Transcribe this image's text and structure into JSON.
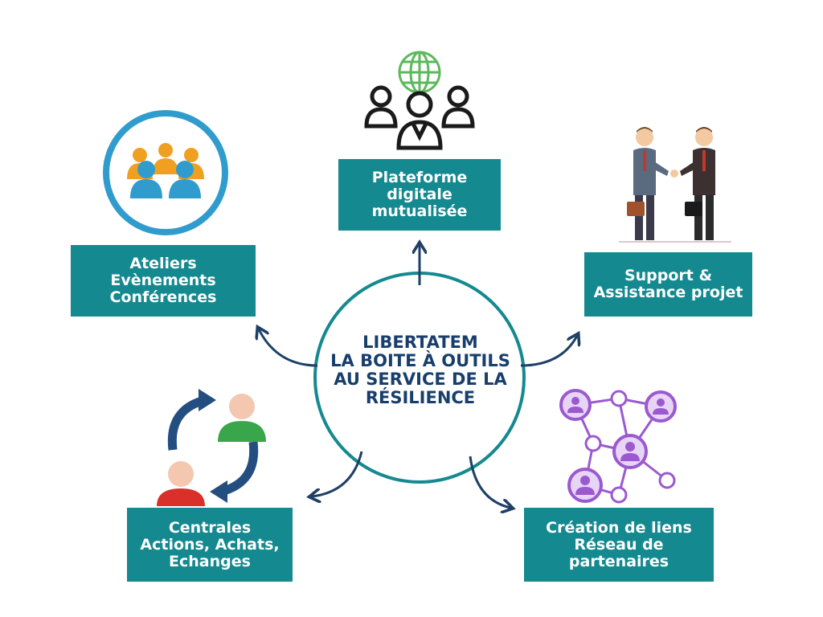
{
  "center": {
    "lines": [
      "LIBERTATEM",
      "LA BOITE À OUTILS",
      "AU SERVICE DE LA",
      "RÉSILIENCE"
    ]
  },
  "nodes": {
    "platform": {
      "lines": [
        "Plateforme",
        "digitale",
        "mutualisée"
      ],
      "icon": "global-network-people-icon"
    },
    "workshops": {
      "lines": [
        "Ateliers",
        "Evènements",
        "Conférences"
      ],
      "icon": "group-people-icon"
    },
    "support": {
      "lines": [
        "Support &",
        "Assistance projet"
      ],
      "icon": "handshake-businessmen-icon"
    },
    "centrales": {
      "lines": [
        "Centrales",
        "Actions, Achats,",
        "Echanges"
      ],
      "icon": "exchange-people-icon"
    },
    "links": {
      "lines": [
        "Création de liens",
        "Réseau de",
        "partenaires"
      ],
      "icon": "network-nodes-icon"
    }
  },
  "colors": {
    "box": "#14898f",
    "circle": "#14898f",
    "center_text": "#183e6b",
    "arrow": "#1f3f66",
    "globe": "#5cb85c",
    "people_orange": "#f0a020",
    "people_blue": "#2f9ccd",
    "network_purple": "#9b59d0"
  }
}
